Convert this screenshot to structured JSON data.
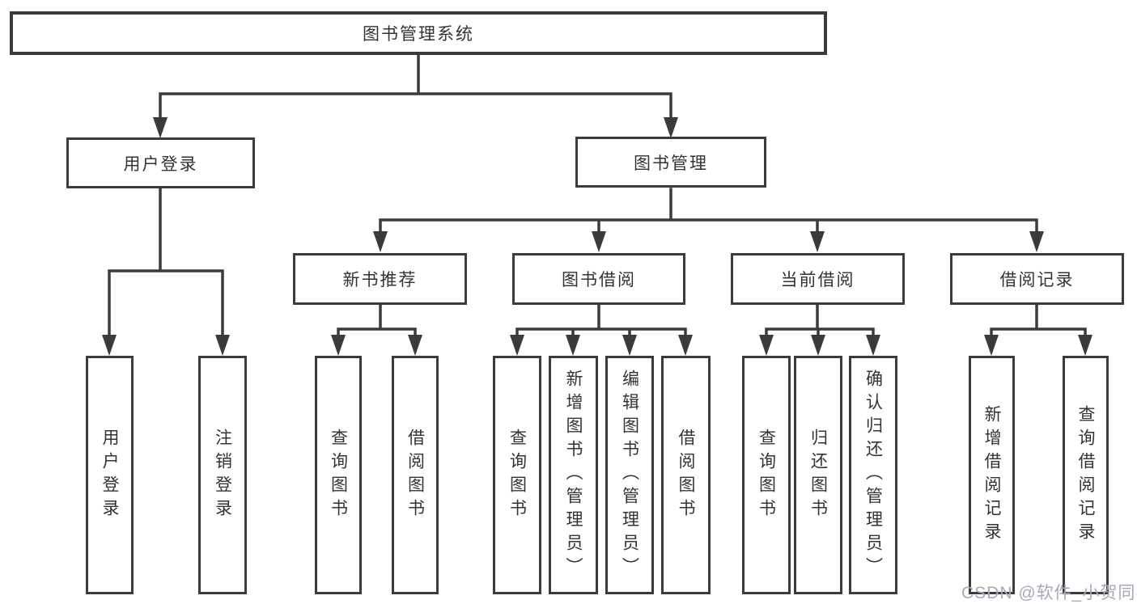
{
  "diagram": {
    "type": "tree",
    "root": {
      "label": "图书管理系统",
      "children": [
        {
          "label": "用户登录",
          "children": [
            {
              "label": "用户登录"
            },
            {
              "label": "注销登录"
            }
          ]
        },
        {
          "label": "图书管理",
          "children": [
            {
              "label": "新书推荐",
              "children": [
                {
                  "label": "查询图书"
                },
                {
                  "label": "借阅图书"
                }
              ]
            },
            {
              "label": "图书借阅",
              "children": [
                {
                  "label": "查询图书"
                },
                {
                  "label": "新增图书（管理员）"
                },
                {
                  "label": "编辑图书（管理员）"
                },
                {
                  "label": "借阅图书"
                }
              ]
            },
            {
              "label": "当前借阅",
              "children": [
                {
                  "label": "查询图书"
                },
                {
                  "label": "归还图书"
                },
                {
                  "label": "确认归还（管理员）"
                }
              ]
            },
            {
              "label": "借阅记录",
              "children": [
                {
                  "label": "新增借阅记录"
                },
                {
                  "label": "查询借阅记录"
                }
              ]
            }
          ]
        }
      ]
    },
    "colors": {
      "line": "#3b3b3b",
      "text": "#333333",
      "watermark": "#a8a8b8",
      "background": "#ffffff"
    }
  },
  "watermark": "CSDN @软件_小贺同学"
}
